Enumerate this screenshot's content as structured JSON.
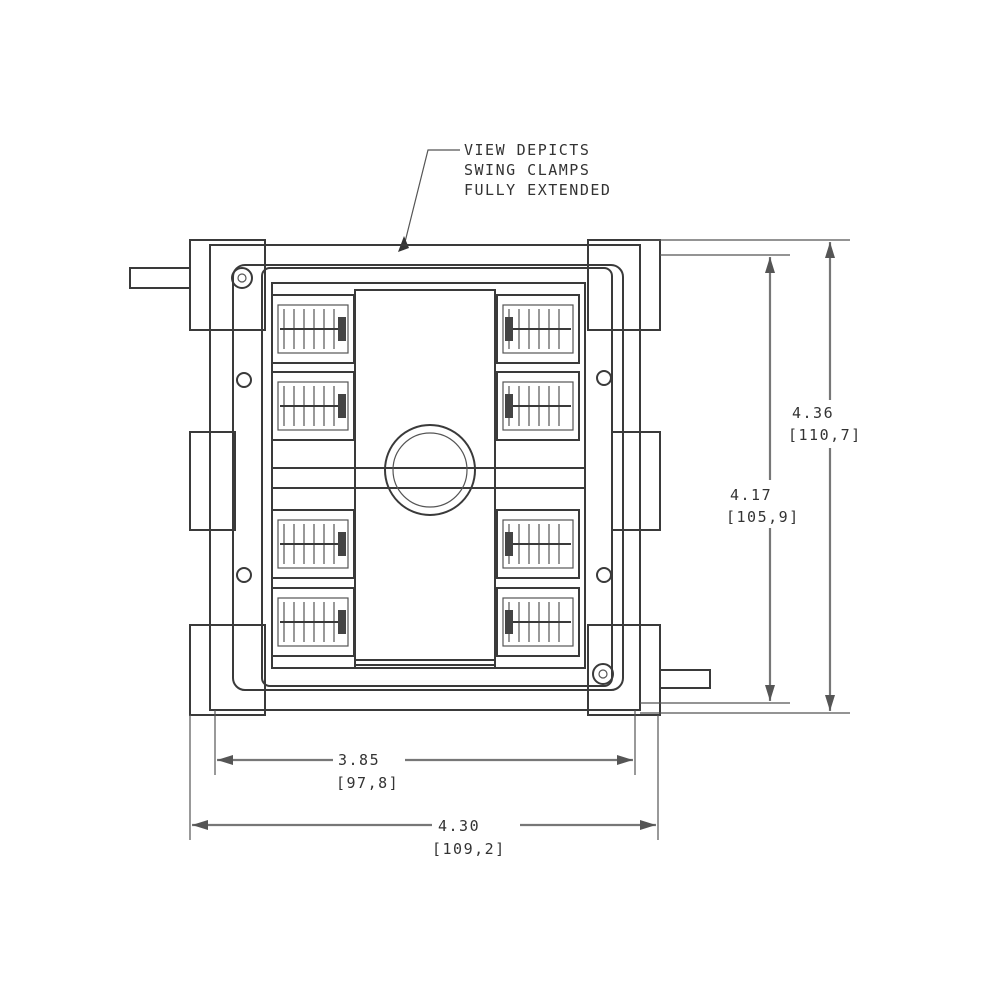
{
  "note": {
    "lines": [
      "VIEW DEPICTS",
      "SWING CLAMPS",
      "FULLY EXTENDED"
    ]
  },
  "dimensions": {
    "overall_height": {
      "inch": "4.36",
      "mm": "[110,7]"
    },
    "inner_height": {
      "inch": "4.17",
      "mm": "[105,9]"
    },
    "inner_width": {
      "inch": "3.85",
      "mm": "[97,8]"
    },
    "overall_width": {
      "inch": "4.30",
      "mm": "[109,2]"
    }
  }
}
